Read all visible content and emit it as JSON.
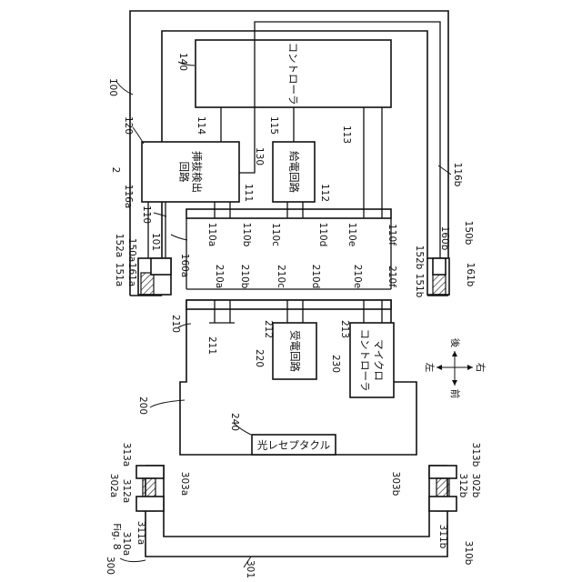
{
  "figure": {
    "fig_label": "Fig. 8",
    "dir_front": "前",
    "dir_back": "後",
    "dir_left": "左",
    "dir_right": "右"
  },
  "blocks": {
    "controller": "コントローラ",
    "insertion_detect_line1": "挿抜検出",
    "insertion_detect_line2": "回路",
    "power_supply": "給電回路",
    "power_receive": "受電回路",
    "microcontroller_line1": "マイクロ",
    "microcontroller_line2": "コントローラ",
    "optical_receptacle": "光レセプタクル"
  },
  "refs": {
    "r100": "100",
    "r101": "101",
    "r110": "110",
    "r110a": "110a",
    "r110b": "110b",
    "r110c": "110c",
    "r110d": "110d",
    "r110e": "110e",
    "r110f": "110f",
    "r111": "111",
    "r112": "112",
    "r113": "113",
    "r114": "114",
    "r115": "115",
    "r116a": "116a",
    "r116b": "116b",
    "r120": "120",
    "r130": "130",
    "r140": "140",
    "r150a": "150a",
    "r150b": "150b",
    "r151a": "151a",
    "r151b": "151b",
    "r152a": "152a",
    "r152b": "152b",
    "r160a": "160a",
    "r160b": "160b",
    "r161a": "161a",
    "r161b": "161b",
    "r2": "2",
    "r200": "200",
    "r210": "210",
    "r210a": "210a",
    "r210b": "210b",
    "r210c": "210c",
    "r210d": "210d",
    "r210e": "210e",
    "r210f": "210f",
    "r211": "211",
    "r212": "212",
    "r213": "213",
    "r220": "220",
    "r230": "230",
    "r240": "240",
    "r300": "300",
    "r301": "301",
    "r302a": "302a",
    "r302b": "302b",
    "r303a": "303a",
    "r303b": "303b",
    "r310a": "310a",
    "r310b": "310b",
    "r311a": "311a",
    "r311b": "311b",
    "r312a": "312a",
    "r312b": "312b",
    "r313a": "313a",
    "r313b": "313b"
  }
}
